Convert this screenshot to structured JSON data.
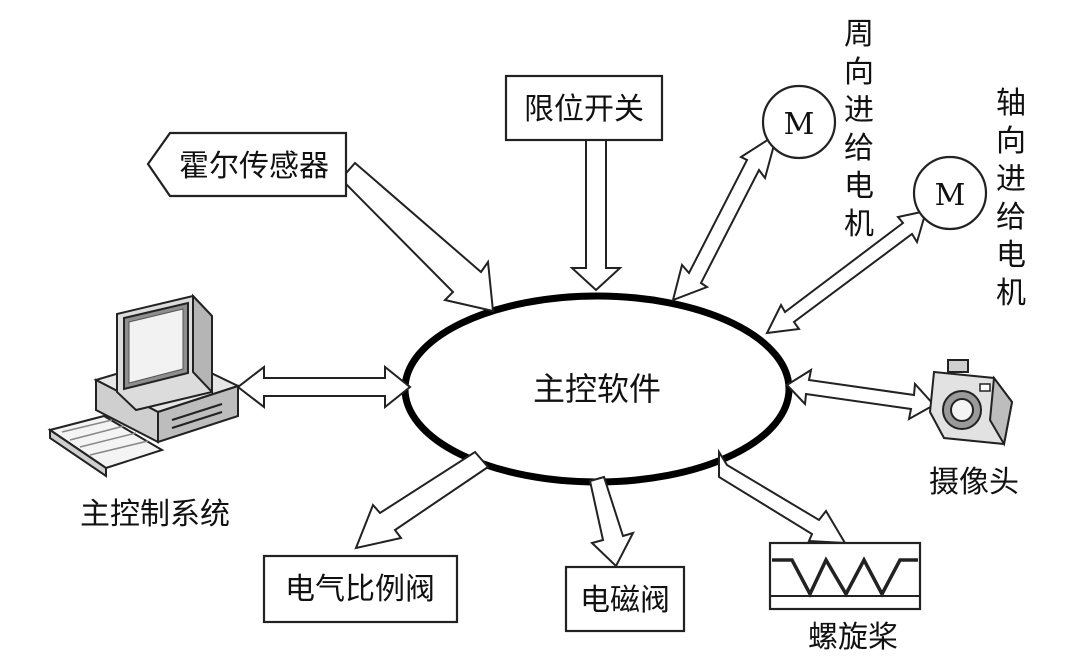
{
  "center": {
    "label": "主控软件"
  },
  "nodes": {
    "hall_sensor": {
      "label": "霍尔传感器"
    },
    "limit_switch": {
      "label": "限位开关"
    },
    "circumferential_motor": {
      "symbol": "M",
      "label": [
        "周",
        "向",
        "进",
        "给",
        "电",
        "机"
      ]
    },
    "axial_motor": {
      "symbol": "M",
      "label": [
        "轴",
        "向",
        "进",
        "给",
        "电",
        "机"
      ]
    },
    "camera": {
      "label": "摄像头"
    },
    "main_control": {
      "label": "主控制系统"
    },
    "proportional_valve": {
      "label": "电气比例阀"
    },
    "solenoid_valve": {
      "label": "电磁阀"
    },
    "propeller": {
      "label": "螺旋桨"
    }
  }
}
